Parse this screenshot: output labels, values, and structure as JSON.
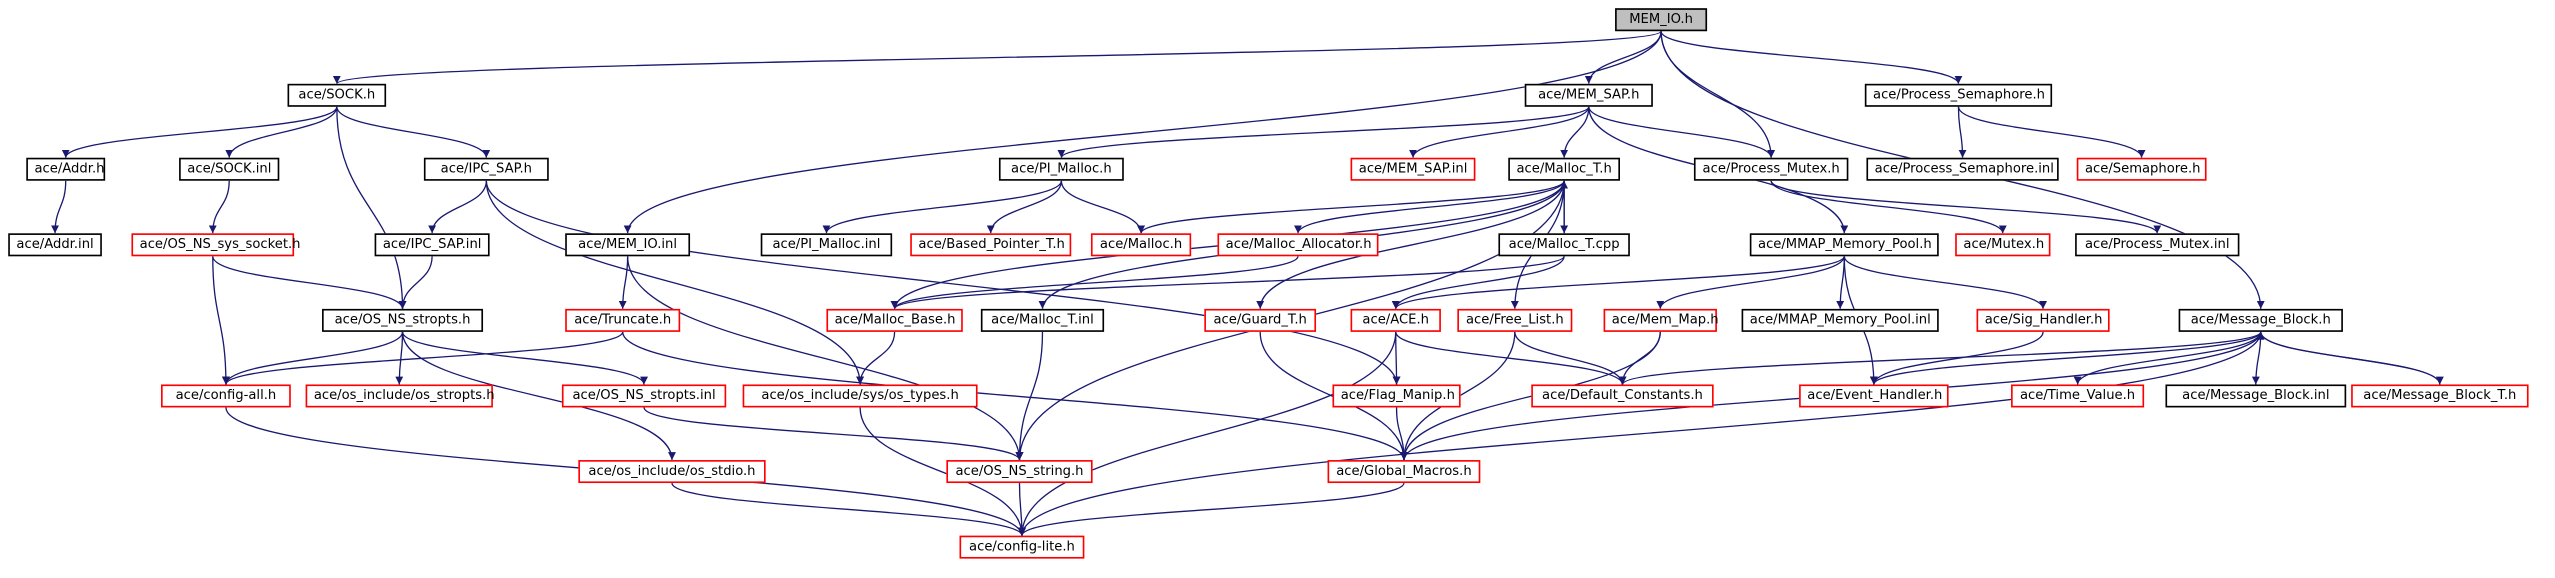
{
  "diagram": {
    "nodes": [
      {
        "id": "n0",
        "label": "MEM_IO.h",
        "style": "root"
      },
      {
        "id": "n1",
        "label": "ace/SOCK.h",
        "style": "black"
      },
      {
        "id": "n2",
        "label": "ace/MEM_SAP.h",
        "style": "black"
      },
      {
        "id": "n3",
        "label": "ace/Process_Semaphore.h",
        "style": "black"
      },
      {
        "id": "n4",
        "label": "ace/Addr.h",
        "style": "black"
      },
      {
        "id": "n5",
        "label": "ace/SOCK.inl",
        "style": "black"
      },
      {
        "id": "n6",
        "label": "ace/IPC_SAP.h",
        "style": "black"
      },
      {
        "id": "n7",
        "label": "ace/PI_Malloc.h",
        "style": "black"
      },
      {
        "id": "n8",
        "label": "ace/MEM_SAP.inl",
        "style": "red"
      },
      {
        "id": "n9",
        "label": "ace/Malloc_T.h",
        "style": "black"
      },
      {
        "id": "n10",
        "label": "ace/Process_Mutex.h",
        "style": "black"
      },
      {
        "id": "n11",
        "label": "ace/Process_Semaphore.inl",
        "style": "black"
      },
      {
        "id": "n12",
        "label": "ace/Semaphore.h",
        "style": "red"
      },
      {
        "id": "n13",
        "label": "ace/Addr.inl",
        "style": "black"
      },
      {
        "id": "n14",
        "label": "ace/OS_NS_sys_socket.h",
        "style": "red"
      },
      {
        "id": "n15",
        "label": "ace/IPC_SAP.inl",
        "style": "black"
      },
      {
        "id": "n16",
        "label": "ace/MEM_IO.inl",
        "style": "black"
      },
      {
        "id": "n17",
        "label": "ace/PI_Malloc.inl",
        "style": "black"
      },
      {
        "id": "n18",
        "label": "ace/Based_Pointer_T.h",
        "style": "red"
      },
      {
        "id": "n19",
        "label": "ace/Malloc.h",
        "style": "red"
      },
      {
        "id": "n20",
        "label": "ace/Malloc_Allocator.h",
        "style": "red"
      },
      {
        "id": "n21",
        "label": "ace/Malloc_T.cpp",
        "style": "black"
      },
      {
        "id": "n22",
        "label": "ace/MMAP_Memory_Pool.h",
        "style": "black"
      },
      {
        "id": "n23",
        "label": "ace/Mutex.h",
        "style": "red"
      },
      {
        "id": "n24",
        "label": "ace/Process_Mutex.inl",
        "style": "black"
      },
      {
        "id": "n25",
        "label": "ace/OS_NS_stropts.h",
        "style": "black"
      },
      {
        "id": "n26",
        "label": "ace/Truncate.h",
        "style": "red"
      },
      {
        "id": "n27",
        "label": "ace/Malloc_Base.h",
        "style": "red"
      },
      {
        "id": "n28",
        "label": "ace/Malloc_T.inl",
        "style": "black"
      },
      {
        "id": "n29",
        "label": "ace/Guard_T.h",
        "style": "red"
      },
      {
        "id": "n30",
        "label": "ace/ACE.h",
        "style": "red"
      },
      {
        "id": "n31",
        "label": "ace/Free_List.h",
        "style": "red"
      },
      {
        "id": "n32",
        "label": "ace/Mem_Map.h",
        "style": "red"
      },
      {
        "id": "n33",
        "label": "ace/MMAP_Memory_Pool.inl",
        "style": "black"
      },
      {
        "id": "n34",
        "label": "ace/Sig_Handler.h",
        "style": "red"
      },
      {
        "id": "n35",
        "label": "ace/Message_Block.h",
        "style": "black"
      },
      {
        "id": "n36",
        "label": "ace/config-all.h",
        "style": "red"
      },
      {
        "id": "n37",
        "label": "ace/os_include/os_stropts.h",
        "style": "red"
      },
      {
        "id": "n38",
        "label": "ace/OS_NS_stropts.inl",
        "style": "red"
      },
      {
        "id": "n39",
        "label": "ace/os_include/sys/os_types.h",
        "style": "red"
      },
      {
        "id": "n40",
        "label": "ace/Flag_Manip.h",
        "style": "red"
      },
      {
        "id": "n41",
        "label": "ace/Default_Constants.h",
        "style": "red"
      },
      {
        "id": "n42",
        "label": "ace/Event_Handler.h",
        "style": "red"
      },
      {
        "id": "n43",
        "label": "ace/Time_Value.h",
        "style": "red"
      },
      {
        "id": "n44",
        "label": "ace/Message_Block.inl",
        "style": "black"
      },
      {
        "id": "n45",
        "label": "ace/Message_Block_T.h",
        "style": "red"
      },
      {
        "id": "n46",
        "label": "ace/os_include/os_stdio.h",
        "style": "red"
      },
      {
        "id": "n47",
        "label": "ace/OS_NS_string.h",
        "style": "red"
      },
      {
        "id": "n48",
        "label": "ace/Global_Macros.h",
        "style": "red"
      },
      {
        "id": "n49",
        "label": "ace/config-lite.h",
        "style": "red"
      }
    ],
    "edges": [
      [
        "n0",
        "n1"
      ],
      [
        "n0",
        "n2"
      ],
      [
        "n0",
        "n3"
      ],
      [
        "n0",
        "n10"
      ],
      [
        "n0",
        "n16"
      ],
      [
        "n0",
        "n35"
      ],
      [
        "n1",
        "n4"
      ],
      [
        "n1",
        "n5"
      ],
      [
        "n1",
        "n6"
      ],
      [
        "n1",
        "n25"
      ],
      [
        "n2",
        "n7"
      ],
      [
        "n2",
        "n8"
      ],
      [
        "n2",
        "n9"
      ],
      [
        "n2",
        "n10"
      ],
      [
        "n2",
        "n22"
      ],
      [
        "n3",
        "n11"
      ],
      [
        "n3",
        "n12"
      ],
      [
        "n4",
        "n13"
      ],
      [
        "n5",
        "n14"
      ],
      [
        "n6",
        "n15"
      ],
      [
        "n6",
        "n39"
      ],
      [
        "n6",
        "n40"
      ],
      [
        "n7",
        "n17"
      ],
      [
        "n7",
        "n18"
      ],
      [
        "n7",
        "n19"
      ],
      [
        "n9",
        "n19"
      ],
      [
        "n9",
        "n20"
      ],
      [
        "n9",
        "n21"
      ],
      [
        "n9",
        "n27"
      ],
      [
        "n9",
        "n28"
      ],
      [
        "n9",
        "n29"
      ],
      [
        "n9",
        "n31"
      ],
      [
        "n9",
        "n47"
      ],
      [
        "n21",
        "n9"
      ],
      [
        "n21",
        "n27"
      ],
      [
        "n21",
        "n30"
      ],
      [
        "n10",
        "n23"
      ],
      [
        "n10",
        "n24"
      ],
      [
        "n14",
        "n25"
      ],
      [
        "n14",
        "n36"
      ],
      [
        "n15",
        "n25"
      ],
      [
        "n16",
        "n26"
      ],
      [
        "n16",
        "n47"
      ],
      [
        "n20",
        "n27"
      ],
      [
        "n22",
        "n30"
      ],
      [
        "n22",
        "n32"
      ],
      [
        "n22",
        "n33"
      ],
      [
        "n22",
        "n34"
      ],
      [
        "n22",
        "n42"
      ],
      [
        "n25",
        "n36"
      ],
      [
        "n25",
        "n37"
      ],
      [
        "n25",
        "n38"
      ],
      [
        "n25",
        "n46"
      ],
      [
        "n26",
        "n36"
      ],
      [
        "n26",
        "n48"
      ],
      [
        "n27",
        "n39"
      ],
      [
        "n28",
        "n47"
      ],
      [
        "n29",
        "n48"
      ],
      [
        "n30",
        "n40"
      ],
      [
        "n30",
        "n41"
      ],
      [
        "n30",
        "n49"
      ],
      [
        "n31",
        "n41"
      ],
      [
        "n31",
        "n48"
      ],
      [
        "n32",
        "n41"
      ],
      [
        "n32",
        "n48"
      ],
      [
        "n34",
        "n42"
      ],
      [
        "n35",
        "n41"
      ],
      [
        "n35",
        "n42"
      ],
      [
        "n35",
        "n43"
      ],
      [
        "n35",
        "n44"
      ],
      [
        "n35",
        "n45"
      ],
      [
        "n35",
        "n48"
      ],
      [
        "n35",
        "n49"
      ],
      [
        "n45",
        "n35"
      ],
      [
        "n36",
        "n49"
      ],
      [
        "n38",
        "n47"
      ],
      [
        "n39",
        "n49"
      ],
      [
        "n40",
        "n48"
      ],
      [
        "n46",
        "n49"
      ],
      [
        "n47",
        "n49"
      ],
      [
        "n48",
        "n49"
      ]
    ]
  },
  "colors": {
    "edge": "#191970",
    "node_border_black": "#000000",
    "node_border_red": "#ff0000",
    "root_fill": "#bfbfbf"
  }
}
